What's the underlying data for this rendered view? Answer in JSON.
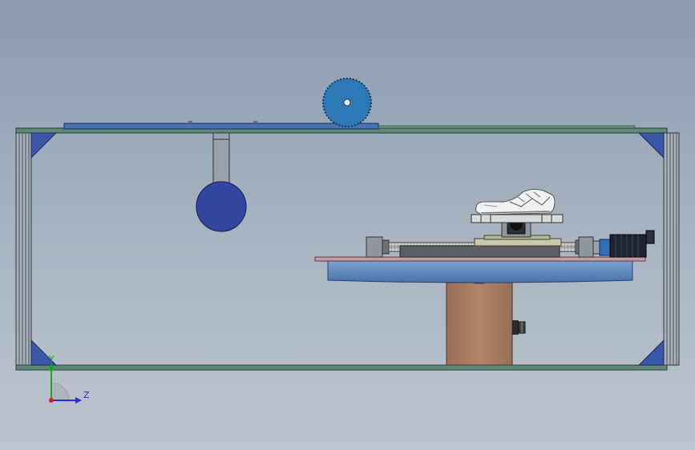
{
  "view": {
    "axis_triad": {
      "y_label": "Y",
      "z_label": "Z"
    }
  },
  "colors": {
    "background_top": "#8a9bb0",
    "background_bottom": "#bcc4cd",
    "frame_green": "#5e8a78",
    "corner_gusset": "#3a57a8",
    "rail_blue": "#4a72b0",
    "saw_blade": "#2d78b6",
    "pendulum_disc": "#3447a0",
    "turntable_plate": "#c49aa6",
    "turntable_disc": "#5b86c0",
    "gear_housing": "#a87c62",
    "motor": "#1e2530",
    "shoe": "#e9ecef"
  },
  "components": {
    "saw": {
      "icon": "circular-saw-blade"
    },
    "pendulum": {
      "icon": "pendulum-disc"
    },
    "shoe": {
      "icon": "sneaker"
    },
    "motor": {
      "icon": "servo-motor"
    }
  }
}
